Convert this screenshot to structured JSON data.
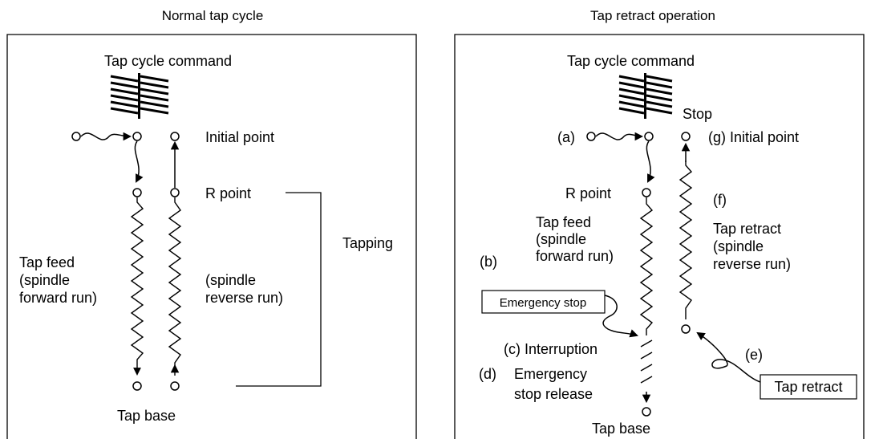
{
  "normal": {
    "heading": "Normal tap cycle",
    "command": "Tap cycle command",
    "initial_point": "Initial point",
    "r_point": "R point",
    "tapping": "Tapping",
    "feed_line1": "Tap feed",
    "feed_line2": "(spindle",
    "feed_line3": "forward run)",
    "reverse_line1": "(spindle",
    "reverse_line2": "reverse run)",
    "base": "Tap base"
  },
  "retract": {
    "heading": "Tap retract operation",
    "command": "Tap cycle command",
    "stop": "Stop",
    "a": "(a)",
    "g_initial": "(g) Initial point",
    "r_point": "R point",
    "f": "(f)",
    "feed_line1": "Tap feed",
    "feed_line2": "(spindle",
    "feed_line3": "forward run)",
    "retract_line1": "Tap retract",
    "retract_line2": "(spindle",
    "retract_line3": "reverse run)",
    "b": "(b)",
    "emergency_stop": "Emergency stop",
    "c_interruption": "(c) Interruption",
    "d": "(d)",
    "d_line1": "Emergency",
    "d_line2": "stop release",
    "e": "(e)",
    "tap_retract_box": "Tap retract",
    "base": "Tap base"
  }
}
